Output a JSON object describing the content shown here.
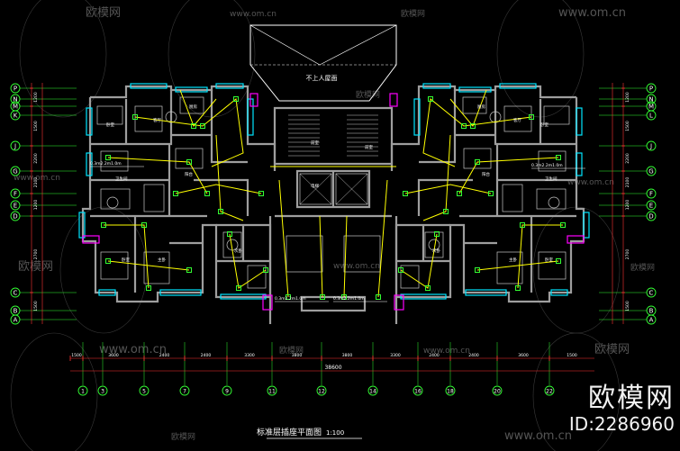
{
  "drawing": {
    "title": "标准层插座平面图",
    "scale": "1:100",
    "roof_label": "不上人屋面",
    "total_dimension": "38600"
  },
  "axis_letters_left": [
    "P",
    "N",
    "M",
    "K",
    "J",
    "G",
    "F",
    "E",
    "D",
    "C",
    "B",
    "A"
  ],
  "axis_letters_right": [
    "P",
    "N",
    "M",
    "L",
    "J",
    "G",
    "F",
    "E",
    "D",
    "C",
    "B",
    "A"
  ],
  "axis_numbers_bottom": [
    "1",
    "3",
    "5",
    "7",
    "9",
    "11",
    "12",
    "14",
    "16",
    "18",
    "20",
    "22"
  ],
  "bottom_dims": [
    "1500",
    "3600",
    "2400",
    "2400",
    "3300",
    "3800",
    "3800",
    "3300",
    "2400",
    "2400",
    "3600",
    "1500"
  ],
  "left_dims": [
    "1200",
    "1500",
    "2200",
    "2100",
    "1200",
    "2700",
    "1500"
  ],
  "room_labels": [
    "卧室",
    "客厅",
    "厨房",
    "卫生间",
    "阳台",
    "餐厅",
    "主卧",
    "次卧",
    "电梯",
    "前室"
  ],
  "circuit_notes": [
    "0.3m2.2m1.0m",
    "0.3m2.2m1.0m",
    "0.3m2.2m1.0m",
    "0.3m2.2m1.0m"
  ],
  "watermark": {
    "brand": "欧模网",
    "url": "www.om.cn",
    "id": "ID:2286960"
  },
  "colors": {
    "wall": "#9e9e9e",
    "window": "#00e5ff",
    "wire": "#ffff00",
    "device": "#33ff33",
    "axis": "#33ff33",
    "dimension": "#ff3333",
    "text": "#ffffff",
    "furniture": "#c8c8c8",
    "highlight": "#ff00ff"
  }
}
